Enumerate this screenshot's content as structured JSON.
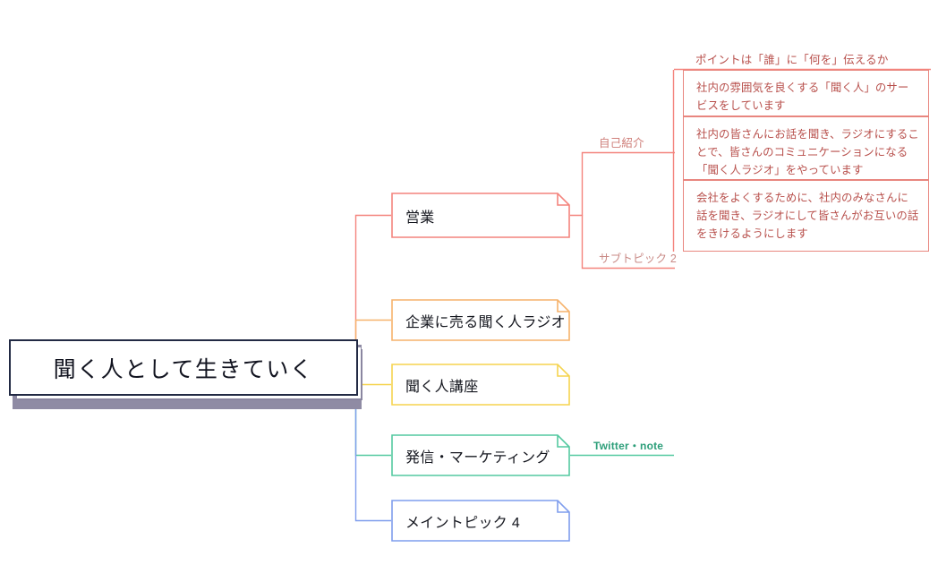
{
  "diagram": {
    "type": "mind-map",
    "title": "聞く人として生きていく"
  },
  "central": {
    "label": "聞く人として生きていく",
    "border_color": "#222a44"
  },
  "topics": [
    {
      "id": "eigyou",
      "label": "営業",
      "color": "#f4847d"
    },
    {
      "id": "kigyou-radio",
      "label": "企業に売る聞く人ラジオ",
      "color": "#f6b26b"
    },
    {
      "id": "kikuhito-kouza",
      "label": "聞く人講座",
      "color": "#f5d44f"
    },
    {
      "id": "hasshin-marketing",
      "label": "発信・マーケティング",
      "color": "#54c9a0"
    },
    {
      "id": "main-topic-4",
      "label": "メイントピック 4",
      "color": "#7f9ded"
    }
  ],
  "subtopics": [
    {
      "id": "jiko-shoukai",
      "label": "自己紹介",
      "color": "#cf7f7a",
      "line_color": "#f4847d",
      "parent": "eigyou"
    },
    {
      "id": "subtopic-2",
      "label": "サブトピック 2",
      "color": "#c98a86",
      "line_color": "#f4847d",
      "parent": "eigyou"
    },
    {
      "id": "twitter-note",
      "label": "Twitter・note",
      "color": "#2c9e79",
      "line_color": "#54c9a0",
      "parent": "hasshin-marketing"
    }
  ],
  "notes": [
    {
      "id": "point-note",
      "label": "ポイントは「誰」に「何を」伝えるか",
      "color": "#b8504c",
      "boxed": false
    },
    {
      "id": "detail-1",
      "label": "社内の雰囲気を良くする「聞く人」のサービスをしています",
      "color": "#b8504c",
      "boxed": true
    },
    {
      "id": "detail-2",
      "label": "社内の皆さんにお話を聞き、ラジオにすることで、皆さんのコミュニケーションになる「聞く人ラジオ」をやっています",
      "color": "#b8504c",
      "boxed": true
    },
    {
      "id": "detail-3",
      "label": "会社をよくするために、社内のみなさんに話を聞き、ラジオにして皆さんがお互いの話をきけるようにします",
      "color": "#b8504c",
      "boxed": true
    }
  ]
}
